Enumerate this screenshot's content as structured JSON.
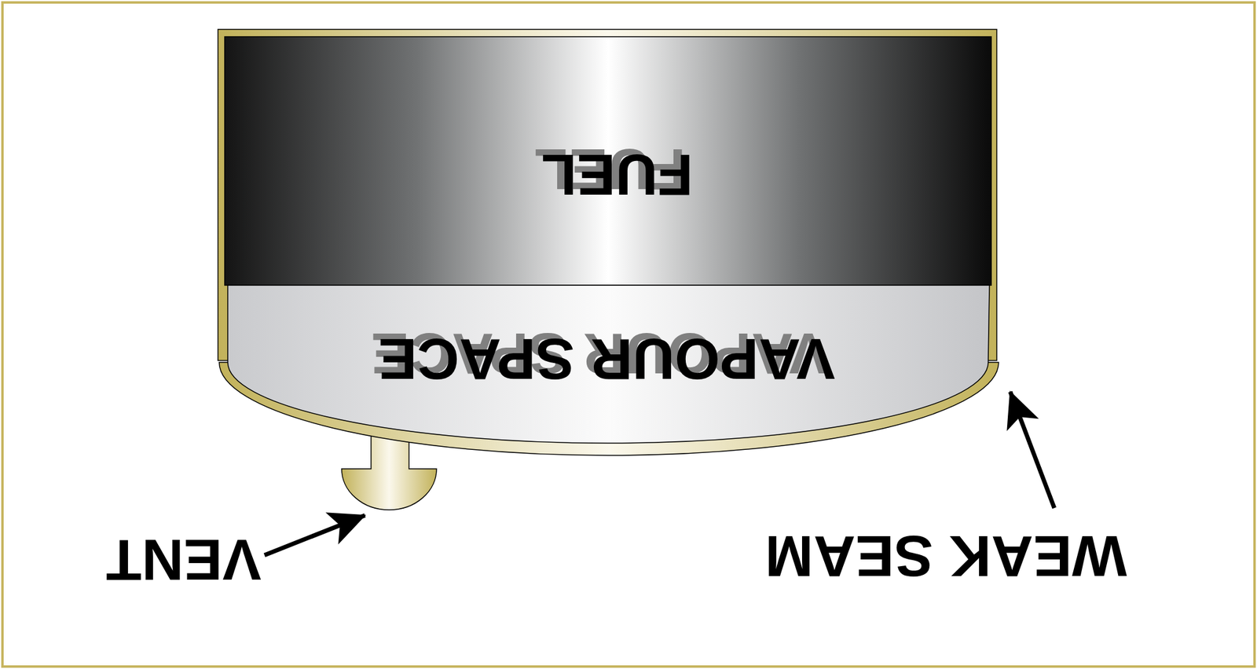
{
  "diagram": {
    "labels": [
      "FUEL",
      "VAPOUR SPACE",
      "VENT",
      "WEAK SEAM"
    ]
  }
}
